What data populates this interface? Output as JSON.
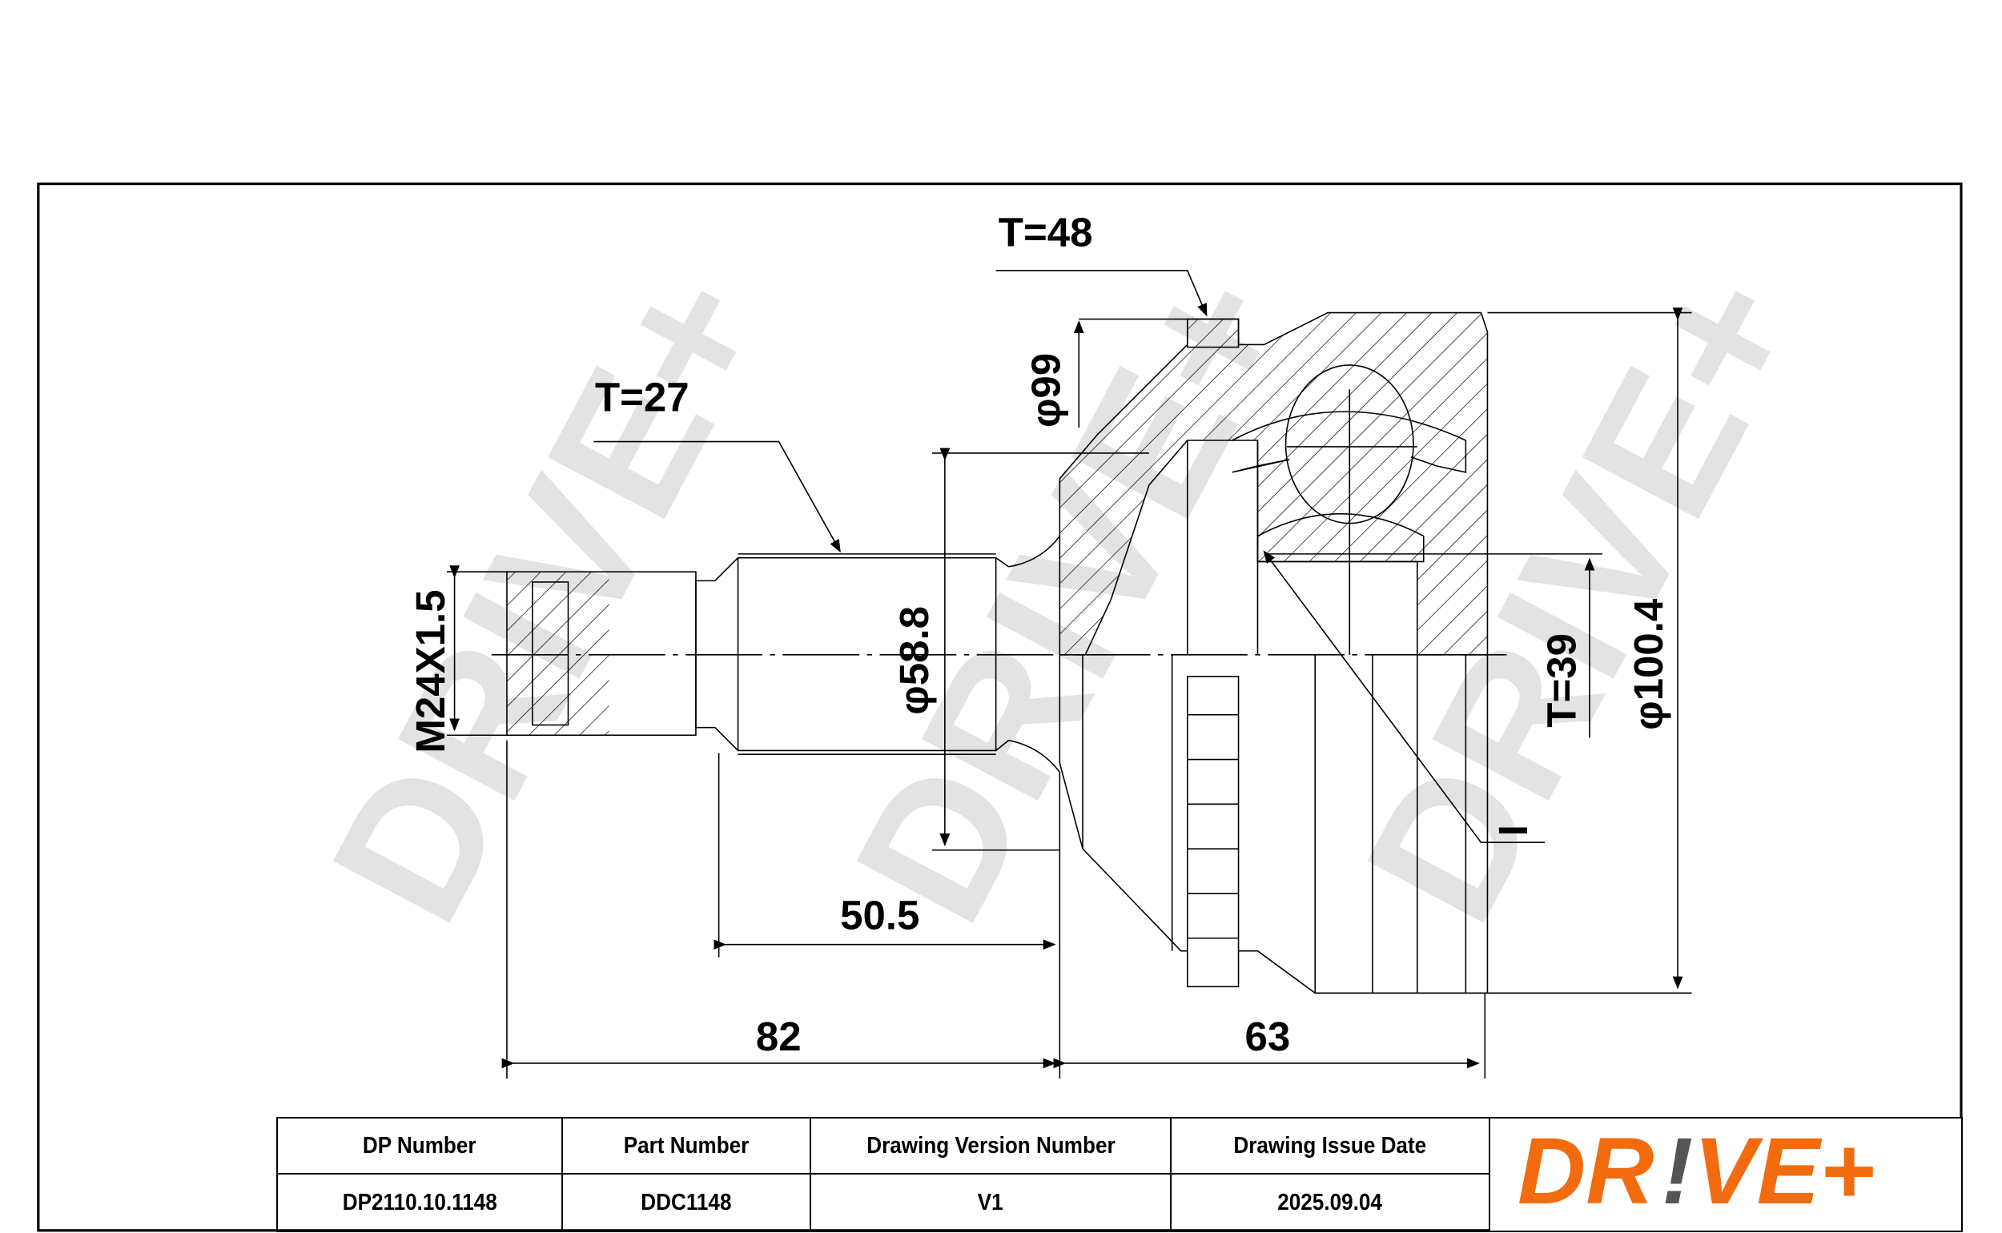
{
  "drawing": {
    "brand_watermark": "DRIVE+",
    "dimensions": {
      "t48": "T=48",
      "t27": "T=27",
      "phi99": "φ99",
      "phi58_8": "φ58.8",
      "thread": "M24X1.5",
      "t39": "T=39",
      "phi100_4": "φ100.4",
      "marker_i": "I",
      "len_50_5": "50.5",
      "len_82": "82",
      "len_63": "63"
    }
  },
  "title_block": {
    "headers": [
      "DP Number",
      "Part Number",
      "Drawing Version Number",
      "Drawing Issue Date"
    ],
    "values": [
      "DP2110.10.1148",
      "DDC1148",
      "V1",
      "2025.09.04"
    ],
    "logo": {
      "text_left": "DR",
      "text_bang": "!",
      "text_right": "VE+",
      "orange": "#f26b0f",
      "gray": "#555555"
    }
  }
}
